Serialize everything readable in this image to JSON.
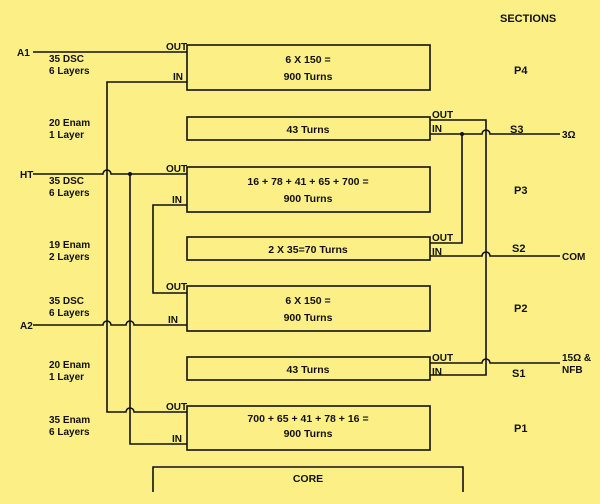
{
  "sections_title": "SECTIONS",
  "terminals_left": {
    "a1": "A1",
    "ht": "HT",
    "a2": "A2"
  },
  "terminals_right": {
    "s3": "3Ω",
    "s2": "COM",
    "s1_line1": "15Ω &",
    "s1_line2": "NFB"
  },
  "pin_labels": {
    "out": "OUT",
    "in": "IN"
  },
  "windings": [
    {
      "section": "P4",
      "wire_l1": "35 DSC",
      "wire_l2": "6 Layers",
      "turns_l1": "6  X  150 =",
      "turns_l2": "900 Turns"
    },
    {
      "section": "S3",
      "wire_l1": "20 Enam",
      "wire_l2": "1 Layer",
      "turns_l1": "43 Turns",
      "turns_l2": ""
    },
    {
      "section": "P3",
      "wire_l1": "35 DSC",
      "wire_l2": "6 Layers",
      "turns_l1": "16 + 78 + 41 + 65 + 700   =",
      "turns_l2": "900 Turns"
    },
    {
      "section": "S2",
      "wire_l1": "19 Enam",
      "wire_l2": "2 Layers",
      "turns_l1": "2 X 35=70 Turns",
      "turns_l2": ""
    },
    {
      "section": "P2",
      "wire_l1": "35 DSC",
      "wire_l2": "6 Layers",
      "turns_l1": "6  X  150 =",
      "turns_l2": "900 Turns"
    },
    {
      "section": "S1",
      "wire_l1": "20 Enam",
      "wire_l2": "1 Layer",
      "turns_l1": "43 Turns",
      "turns_l2": ""
    },
    {
      "section": "P1",
      "wire_l1": "35 Enam",
      "wire_l2": "6 Layers",
      "turns_l1": "700 + 65 + 41 + 78 + 16     =",
      "turns_l2": "900 Turns"
    }
  ],
  "core_label": "CORE"
}
